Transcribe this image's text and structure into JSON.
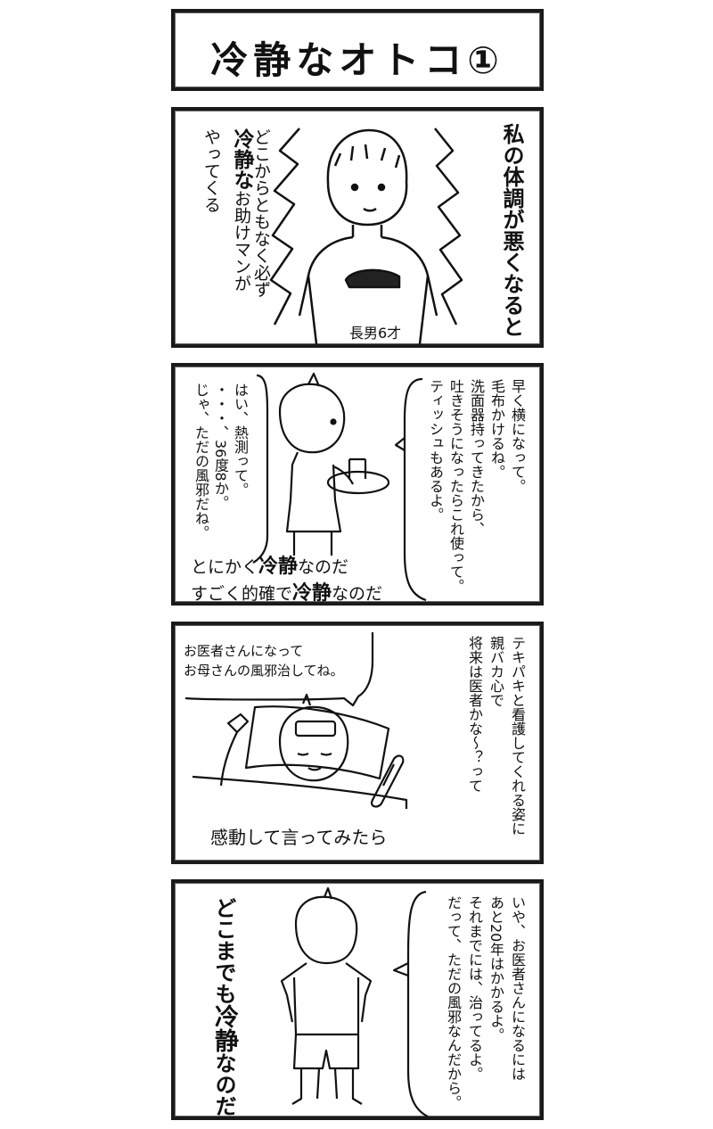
{
  "title": "冷静なオトコ①",
  "panel1": {
    "narration_right": "私の体調が悪くなると",
    "narration_left_line1": "どこからともなく必ず",
    "narration_left_line2a": "冷静な",
    "narration_left_line2b": "お助けマンが",
    "narration_left_line3": "やってくる",
    "caption": "長男6才"
  },
  "panel2": {
    "bubble_right": [
      "早く横になって。",
      "毛布かけるね。",
      "洗面器持ってきたから、",
      "吐きそうになったらこれ使って。",
      "ティッシュもあるよ。"
    ],
    "bubble_left": [
      "はい、熱測って。",
      "・・・、36度8か。",
      "じゃ、ただの風邪だね。"
    ],
    "narration_line1a": "とにかく",
    "narration_line1b": "冷静",
    "narration_line1c": "なのだ",
    "narration_line2a": "すごく的確で",
    "narration_line2b": "冷静",
    "narration_line2c": "なのだ"
  },
  "panel3": {
    "narration_right": [
      "テキパキと看護してくれる姿に",
      "親バカ心で",
      "将来は医者かな〜？って"
    ],
    "bubble": [
      "お医者さんになって",
      "お母さんの風邪治してね。"
    ],
    "narration_bottom": "感動して言ってみたら"
  },
  "panel4": {
    "bubble_right": [
      "いや、お医者さんになるには",
      "あと20年はかかるよ。",
      "それまでには、治ってるよ。",
      "だって、ただの風邪なんだから。"
    ],
    "narration_left_a": "どこまでも",
    "narration_left_b": "冷静",
    "narration_left_c": "なのだ"
  }
}
